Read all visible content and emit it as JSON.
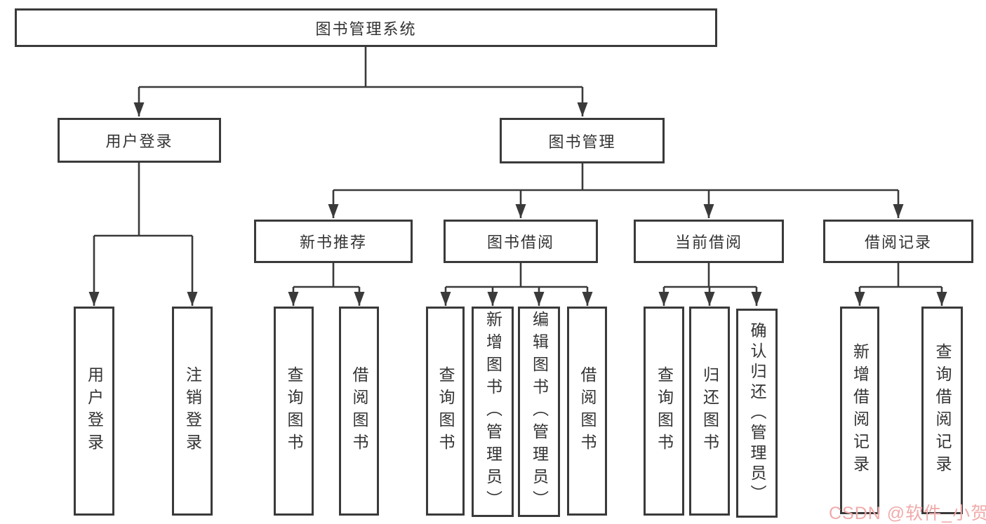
{
  "colors": {
    "line": "#3a3a3a",
    "box_border": "#3a3a3a",
    "text": "#333333",
    "watermark": "#f0abab",
    "background": "#ffffff"
  },
  "watermark": {
    "text": "CSDN @软件_小贺同学"
  },
  "tree": {
    "root": {
      "label": "图书管理系统"
    },
    "children": [
      {
        "label": "用户登录",
        "children": [
          {
            "label": "用户登录"
          },
          {
            "label": "注销登录"
          }
        ]
      },
      {
        "label": "图书管理",
        "children": [
          {
            "label": "新书推荐",
            "children": [
              {
                "label": "查询图书"
              },
              {
                "label": "借阅图书"
              }
            ]
          },
          {
            "label": "图书借阅",
            "children": [
              {
                "label": "查询图书"
              },
              {
                "label": "新增图书（管理员）"
              },
              {
                "label": "编辑图书（管理员）"
              },
              {
                "label": "借阅图书"
              }
            ]
          },
          {
            "label": "当前借阅",
            "children": [
              {
                "label": "查询图书"
              },
              {
                "label": "归还图书"
              },
              {
                "label": "确认归还（管理员）"
              }
            ]
          },
          {
            "label": "借阅记录",
            "children": [
              {
                "label": "新增借阅记录"
              },
              {
                "label": "查询借阅记录"
              }
            ]
          }
        ]
      }
    ]
  }
}
